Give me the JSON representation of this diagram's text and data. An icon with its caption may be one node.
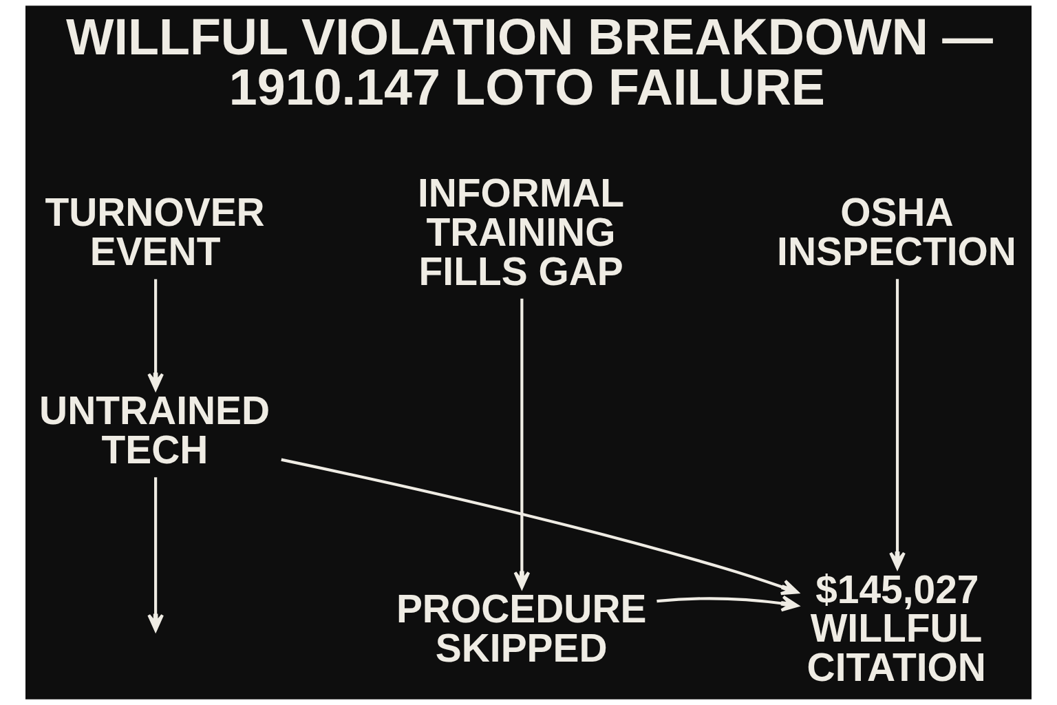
{
  "diagram": {
    "title": "WILLFUL VIOLATION BREAKDOWN — 1910.147 LOTO FAILURE",
    "nodes": [
      {
        "text": [
          "TURNOVER EVENT"
        ]
      },
      {
        "text": [
          "INFORMAL TRAINING FILLS GAP"
        ]
      },
      {
        "text": [
          "OSHA INSPECTION"
        ]
      },
      {
        "text": [
          "UNTRAINED TECH"
        ]
      },
      {
        "text": [
          "PROCEDURE SKIPPED"
        ]
      },
      {
        "text": [
          "$145,027 WILLFUL CITATION"
        ]
      }
    ],
    "edges": [
      {
        "from": 0,
        "to": 3,
        "arrow": "to"
      },
      {
        "from": 3,
        "to": 5,
        "arrow": "to"
      },
      {
        "from": 1,
        "to": 4,
        "arrow": "to"
      },
      {
        "from": 2,
        "to": 5,
        "arrow": "to"
      },
      {
        "from": 3,
        "to": null,
        "arrow": "to"
      },
      {
        "from": 4,
        "to": 5,
        "arrow": "to"
      }
    ]
  }
}
